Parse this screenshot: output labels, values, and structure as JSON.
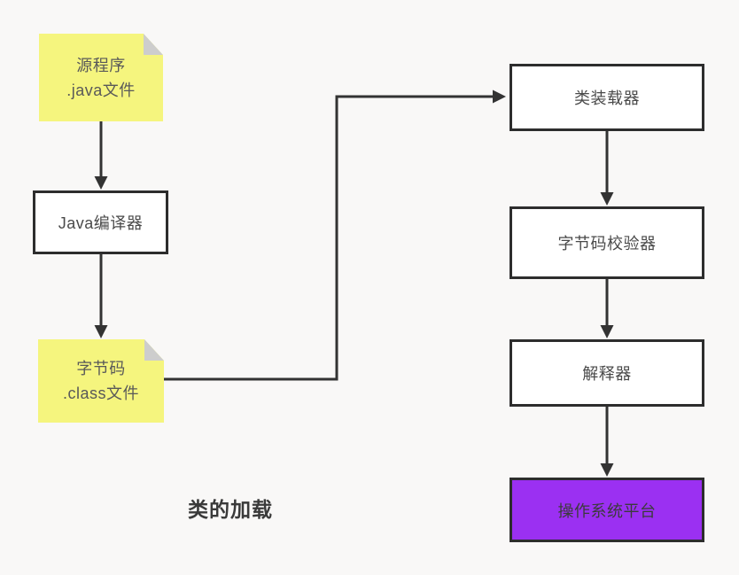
{
  "title": "类的加载",
  "nodes": {
    "source_note": {
      "line1": "源程序",
      "line2": ".java文件"
    },
    "java_compiler": {
      "label": "Java编译器"
    },
    "bytecode_note": {
      "line1": "字节码",
      "line2": ".class文件"
    },
    "class_loader": {
      "label": "类装载器"
    },
    "bytecode_verifier": {
      "label": "字节码校验器"
    },
    "interpreter": {
      "label": "解释器"
    },
    "os_platform": {
      "label": "操作系统平台"
    }
  },
  "colors": {
    "background": "#f9f8f7",
    "sticky_yellow": "#f5f57e",
    "fold_gray": "#cdcdcd",
    "node_border": "#2d2d2d",
    "arrow": "#333333",
    "purple_fill": "#9b30f2",
    "label_text": "#4a4a4a",
    "sticky_text": "#595959",
    "title_text": "#3a3a3a"
  }
}
